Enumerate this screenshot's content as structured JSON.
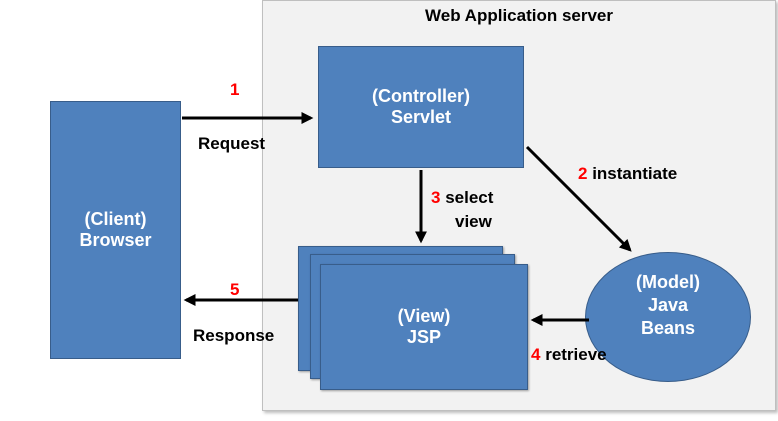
{
  "server": {
    "title": "Web Application server"
  },
  "browser": {
    "line1": "(Client)",
    "line2": "Browser"
  },
  "controller": {
    "line1": "(Controller)",
    "line2": "Servlet"
  },
  "view": {
    "line1": "(View)",
    "line2": "JSP"
  },
  "model": {
    "line1": "(Model)",
    "line2": "Java",
    "line3": "Beans"
  },
  "steps": {
    "request": {
      "number": "1",
      "label": "Request"
    },
    "instantiate": {
      "number": "2",
      "label": "instantiate"
    },
    "select_view": {
      "number": "3",
      "label1": "select",
      "label2": "view"
    },
    "retrieve": {
      "number": "4",
      "label": "retrieve"
    },
    "response": {
      "number": "5",
      "label": "Response"
    }
  },
  "colors": {
    "box_fill": "#4f81bd",
    "box_border": "#385d8a",
    "panel_bg": "#f2f2f2",
    "step_number": "#ff0000"
  }
}
